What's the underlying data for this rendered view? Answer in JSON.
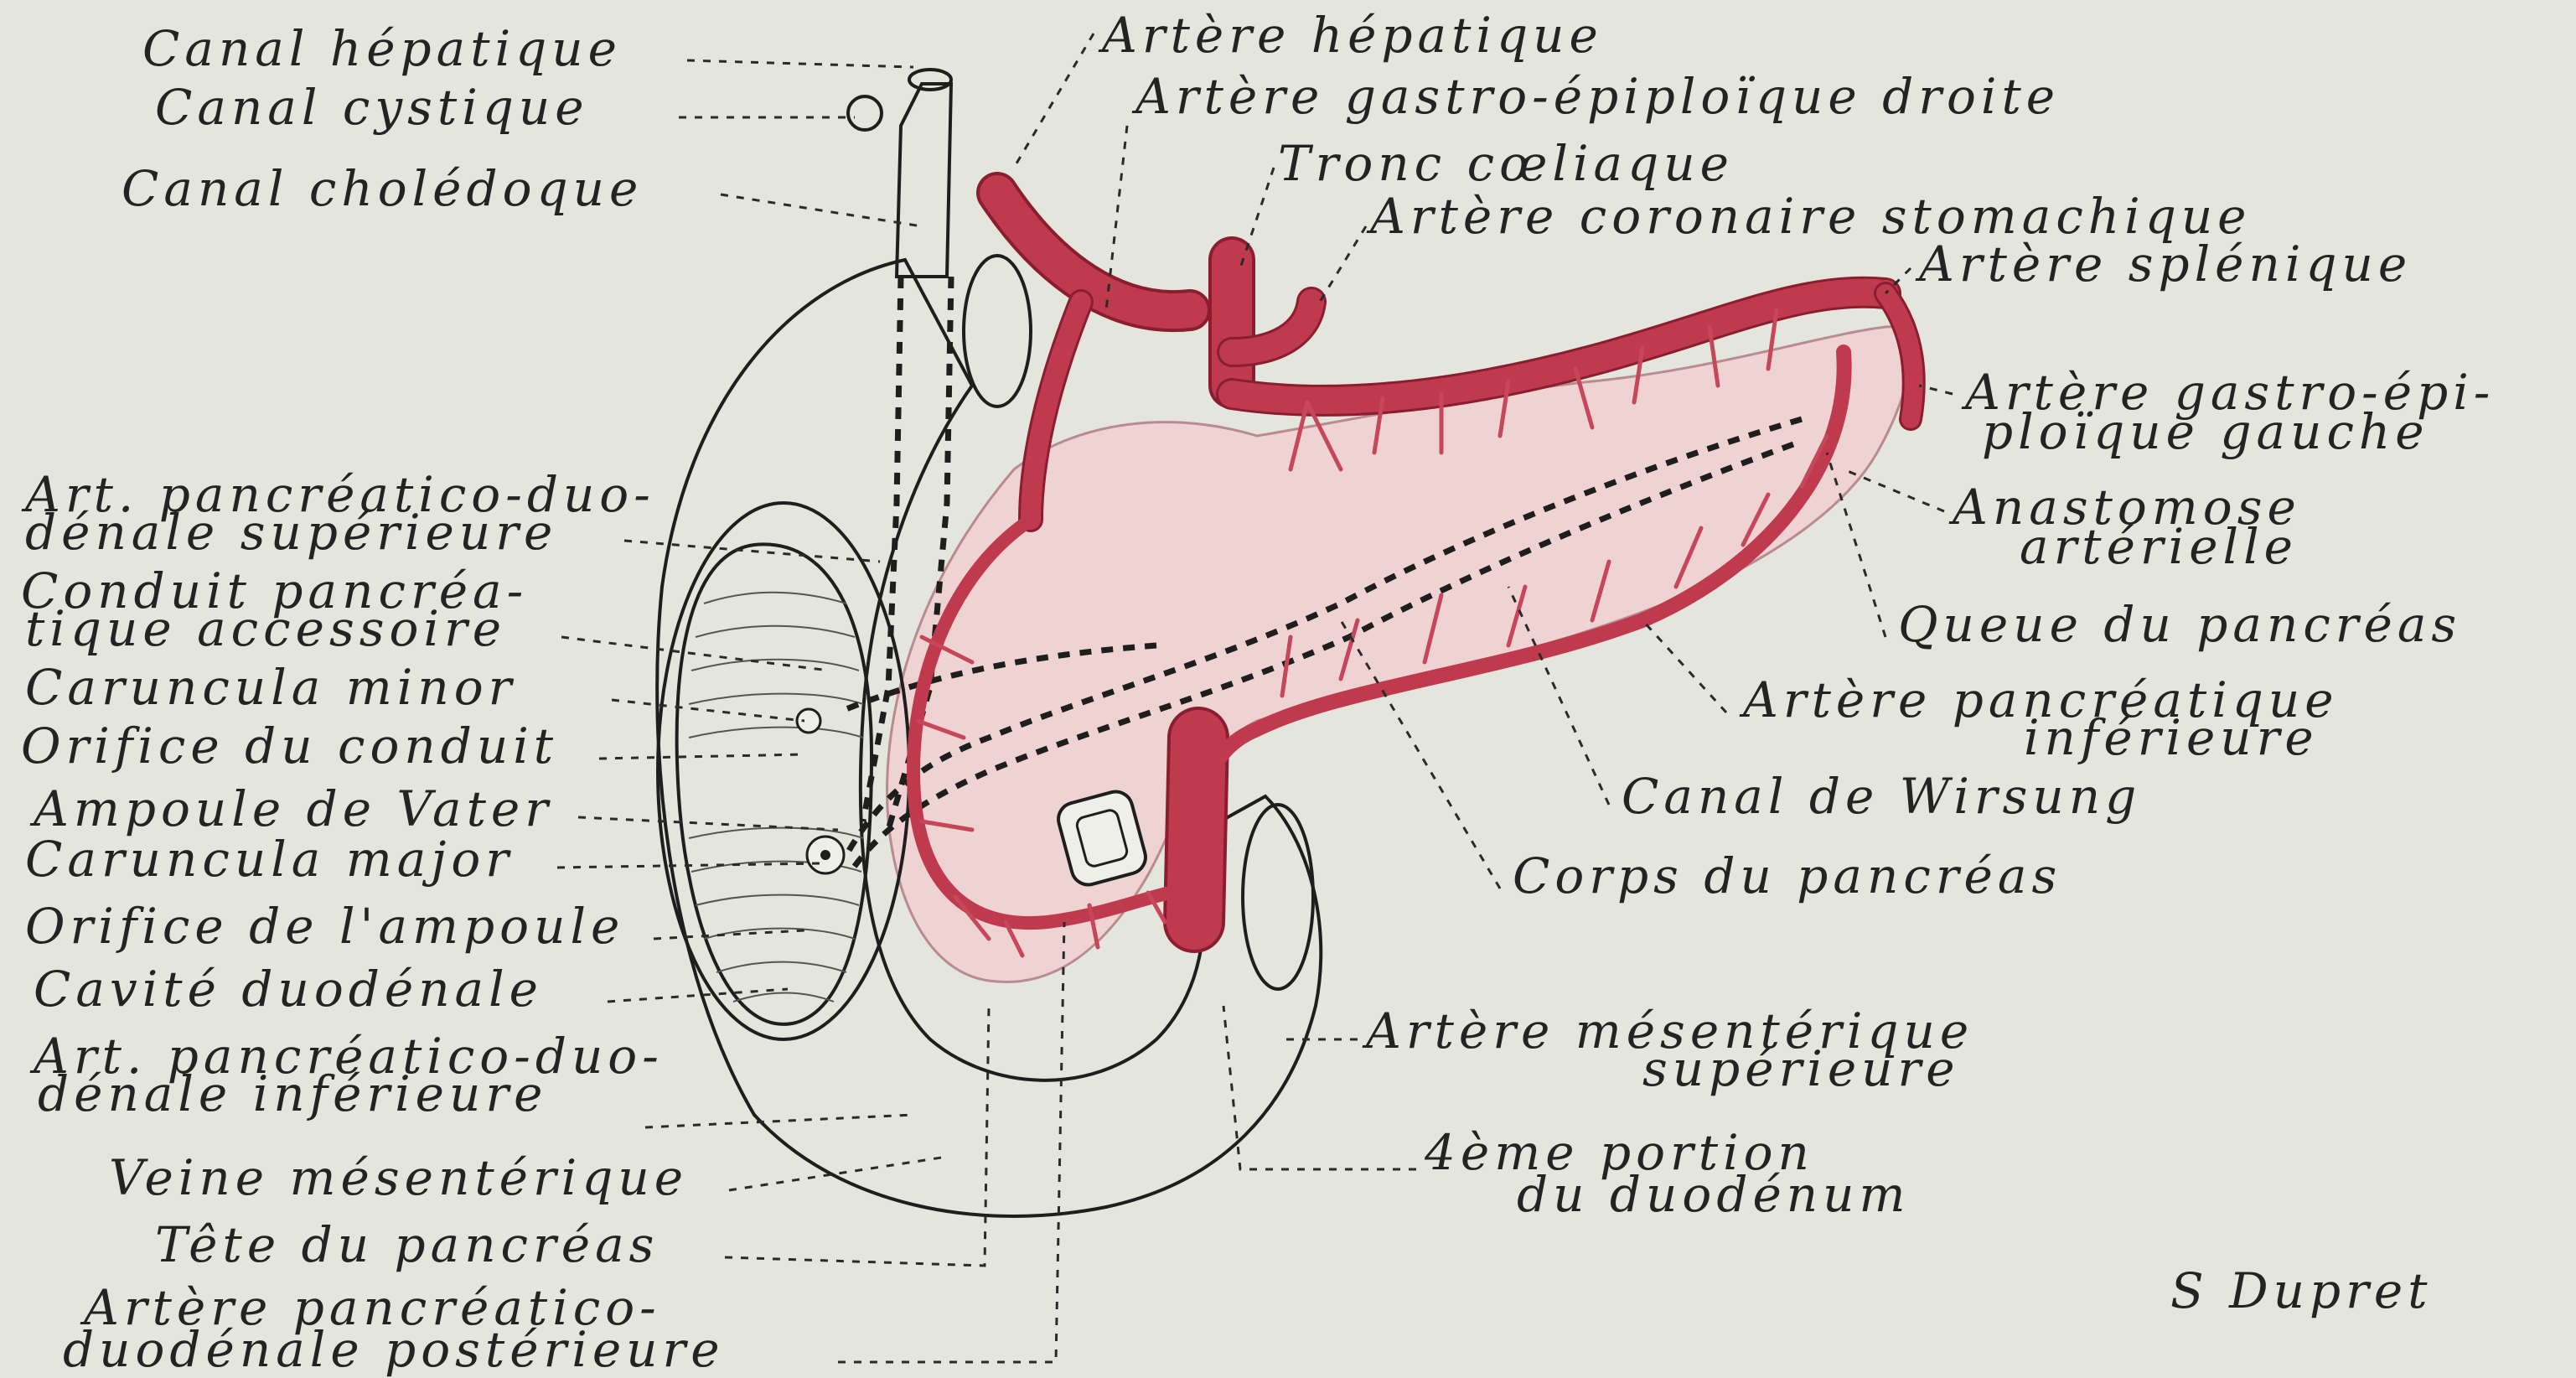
{
  "figure": {
    "signature": "S Dupret",
    "labels_left": {
      "canal_hepatique": "Canal hépatique",
      "canal_cystique": "Canal cystique",
      "canal_choledoque": "Canal cholédoque",
      "art_panc_duo_sup_1": "Art. pancréatico-duo-",
      "art_panc_duo_sup_2": "dénale supérieure",
      "conduit_panc_acc_1": "Conduit pancréa-",
      "conduit_panc_acc_2": "tique accessoire",
      "caruncula_minor": "Caruncula minor",
      "orifice_conduit": "Orifice du conduit",
      "ampoule_vater": "Ampoule de Vater",
      "caruncula_major": "Caruncula major",
      "orifice_ampoule": "Orifice de l'ampoule",
      "cavite_duodenale": "Cavité duodénale",
      "art_panc_duo_inf_1": "Art. pancréatico-duo-",
      "art_panc_duo_inf_2": "dénale inférieure",
      "veine_mesenterique": "Veine mésentérique",
      "tete_pancreas": "Tête du pancréas",
      "art_panc_duo_post_1": "Artère pancréatico-",
      "art_panc_duo_post_2": "duodénale postérieure"
    },
    "labels_right": {
      "artere_hepatique": "Artère hépatique",
      "artere_gastro_epiploique_droite": "Artère gastro-épiploïque droite",
      "tronc_coeliaque": "Tronc cœliaque",
      "artere_coronaire_stomachique": "Artère coronaire stomachique",
      "artere_splenique": "Artère splénique",
      "gastro_epi_gauche_1": "Artère gastro-épi-",
      "gastro_epi_gauche_2": "ploïque gauche",
      "anastomose_1": "Anastomose",
      "anastomose_2": "artérielle",
      "queue_pancreas": "Queue du pancréas",
      "panc_inf_1": "Artère pancréatique",
      "panc_inf_2": "inférieure",
      "canal_wirsung": "Canal de Wirsung",
      "corps_pancreas": "Corps du pancréas",
      "mesent_sup_1": "Artère mésentérique",
      "mesent_sup_2": "supérieure",
      "portion_1": "4ème portion",
      "portion_2": "du duodénum"
    },
    "colors": {
      "background": "#e4e5dc",
      "pancreas": "#efd3d3",
      "artery": "#c03a4e",
      "ink": "#232323"
    }
  }
}
